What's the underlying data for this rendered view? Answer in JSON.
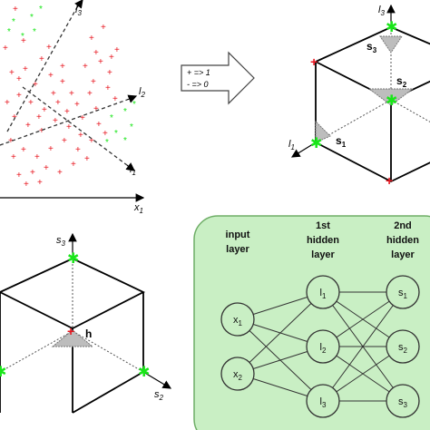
{
  "scatter": {
    "axis_x": "x",
    "axis_x_sub": "1",
    "lines": [
      {
        "name": "l",
        "sub": "1"
      },
      {
        "name": "l",
        "sub": "2"
      },
      {
        "name": "l",
        "sub": "3"
      }
    ],
    "positive_symbol": "+",
    "positive_color": "#e8141e",
    "negative_symbol": "*",
    "negative_color": "#19e619"
  },
  "mapping_arrow": {
    "line1": "+ => 1",
    "line2": "- => 0"
  },
  "cube_top": {
    "axes": [
      {
        "name": "l",
        "sub": "3"
      },
      {
        "name": "l",
        "sub": "1"
      }
    ],
    "regions": [
      {
        "name": "s",
        "sub": "3"
      },
      {
        "name": "s",
        "sub": "2"
      },
      {
        "name": "s",
        "sub": "1"
      }
    ]
  },
  "cube_bottom": {
    "axes": [
      {
        "name": "s",
        "sub": "3"
      },
      {
        "name": "s",
        "sub": "2"
      }
    ],
    "region": "h"
  },
  "network": {
    "panel_color": "#c9efc4",
    "layers": [
      {
        "title": [
          "input",
          "layer"
        ],
        "nodes": [
          {
            "n": "x",
            "s": "1"
          },
          {
            "n": "x",
            "s": "2"
          }
        ]
      },
      {
        "title": [
          "1st",
          "hidden",
          "layer"
        ],
        "nodes": [
          {
            "n": "l",
            "s": "1"
          },
          {
            "n": "l",
            "s": "2"
          },
          {
            "n": "l",
            "s": "3"
          }
        ]
      },
      {
        "title": [
          "2nd",
          "hidden",
          "layer"
        ],
        "nodes": [
          {
            "n": "s",
            "s": "1"
          },
          {
            "n": "s",
            "s": "2"
          },
          {
            "n": "s",
            "s": "3"
          }
        ]
      }
    ]
  }
}
